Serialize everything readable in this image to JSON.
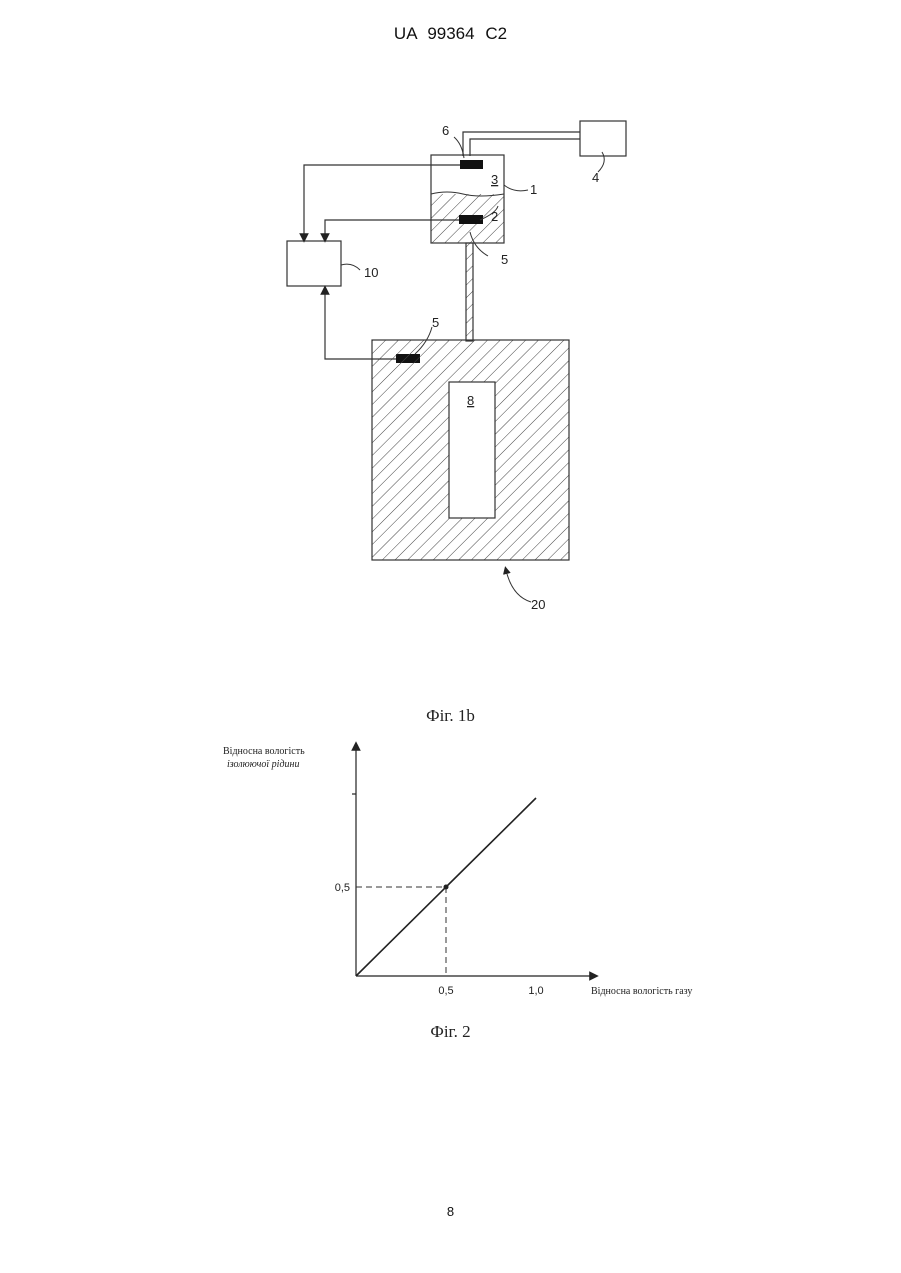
{
  "header": "UA   99364   C2",
  "figure1b": {
    "caption": "Фіг. 1b",
    "labels": {
      "l1": "1",
      "l2": "2",
      "l3": "3",
      "l4": "4",
      "l5a": "5",
      "l5b": "5",
      "l6": "6",
      "l8": "8",
      "l10": "10",
      "l20": "20"
    }
  },
  "figure2": {
    "caption": "Фіг. 2",
    "ylabel_line1": "Відносна вологість",
    "ylabel_line2": "ізолюючої рідини",
    "xlabel": "Відносна вологість газу"
  },
  "chart_data": {
    "type": "line",
    "title": "",
    "xlabel": "Відносна вологість газу",
    "ylabel": "Відносна вологість ізолюючої рідини",
    "xlim": [
      0,
      1.35
    ],
    "ylim": [
      0,
      1.3
    ],
    "x_ticks": [
      0.5,
      1.0
    ],
    "x_tick_labels": [
      "0,5",
      "1,0"
    ],
    "y_ticks": [
      0.5
    ],
    "y_tick_labels": [
      "0,5"
    ],
    "series": [
      {
        "x": [
          0,
          0.5,
          1.0
        ],
        "y": [
          0,
          0.5,
          1.0
        ]
      }
    ],
    "marked_point": {
      "x": 0.5,
      "y": 0.5
    },
    "grid": false
  },
  "page_number": "8"
}
